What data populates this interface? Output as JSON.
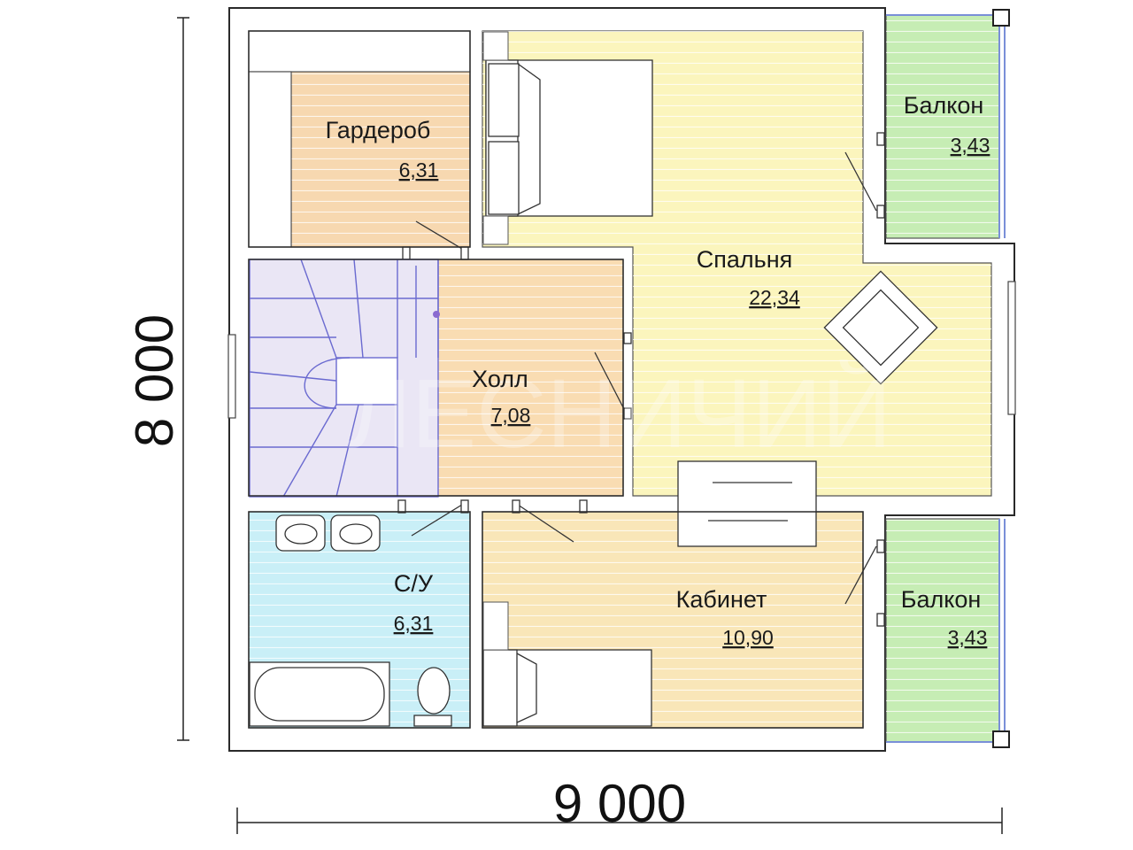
{
  "dimensions": {
    "width": "9 000",
    "height": "8 000"
  },
  "watermark": "ЛЕСНИЧИЙ",
  "rooms": {
    "wardrobe": {
      "name": "Гардероб",
      "area": "6,31"
    },
    "bedroom": {
      "name": "Спальня",
      "area": "22,34"
    },
    "balcony_top": {
      "name": "Балкон",
      "area": "3,43"
    },
    "hall": {
      "name": "Холл",
      "area": "7,08"
    },
    "bathroom": {
      "name": "С/У",
      "area": "6,31"
    },
    "office": {
      "name": "Кабинет",
      "area": "10,90"
    },
    "balcony_bottom": {
      "name": "Балкон",
      "area": "3,43"
    }
  },
  "colors": {
    "wardrobe": "#f7d8b0",
    "bedroom": "#fbf5bd",
    "hall": "#f9dcb2",
    "bathroom": "#c9eff7",
    "office": "#f9e6b8",
    "balcony": "#c6edb4",
    "wall": "#ffffff",
    "stroke": "#2a2a2a",
    "stairs": "#6a6ad0"
  }
}
